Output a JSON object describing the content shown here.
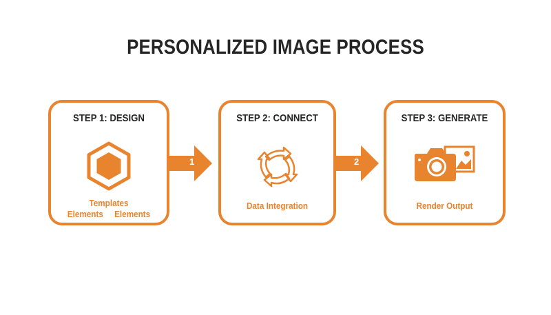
{
  "title": "PERSONALIZED IMAGE PROCESS",
  "colors": {
    "accent": "#E8832E",
    "text": "#262626",
    "background": "#FFFFFF"
  },
  "steps": [
    {
      "label": "STEP 1: DESIGN",
      "icon": "hexagon-icon",
      "caption_line1": "Templates",
      "caption_line2_left": "Elements",
      "caption_line2_right": "Elements"
    },
    {
      "label": "STEP 2: CONNECT",
      "icon": "cycle-arrows-icon",
      "caption": "Data Integration"
    },
    {
      "label": "STEP 3: GENERATE",
      "icon": "camera-image-icon",
      "caption": "Render Output"
    }
  ],
  "arrows": [
    {
      "number": "1"
    },
    {
      "number": "2"
    }
  ]
}
